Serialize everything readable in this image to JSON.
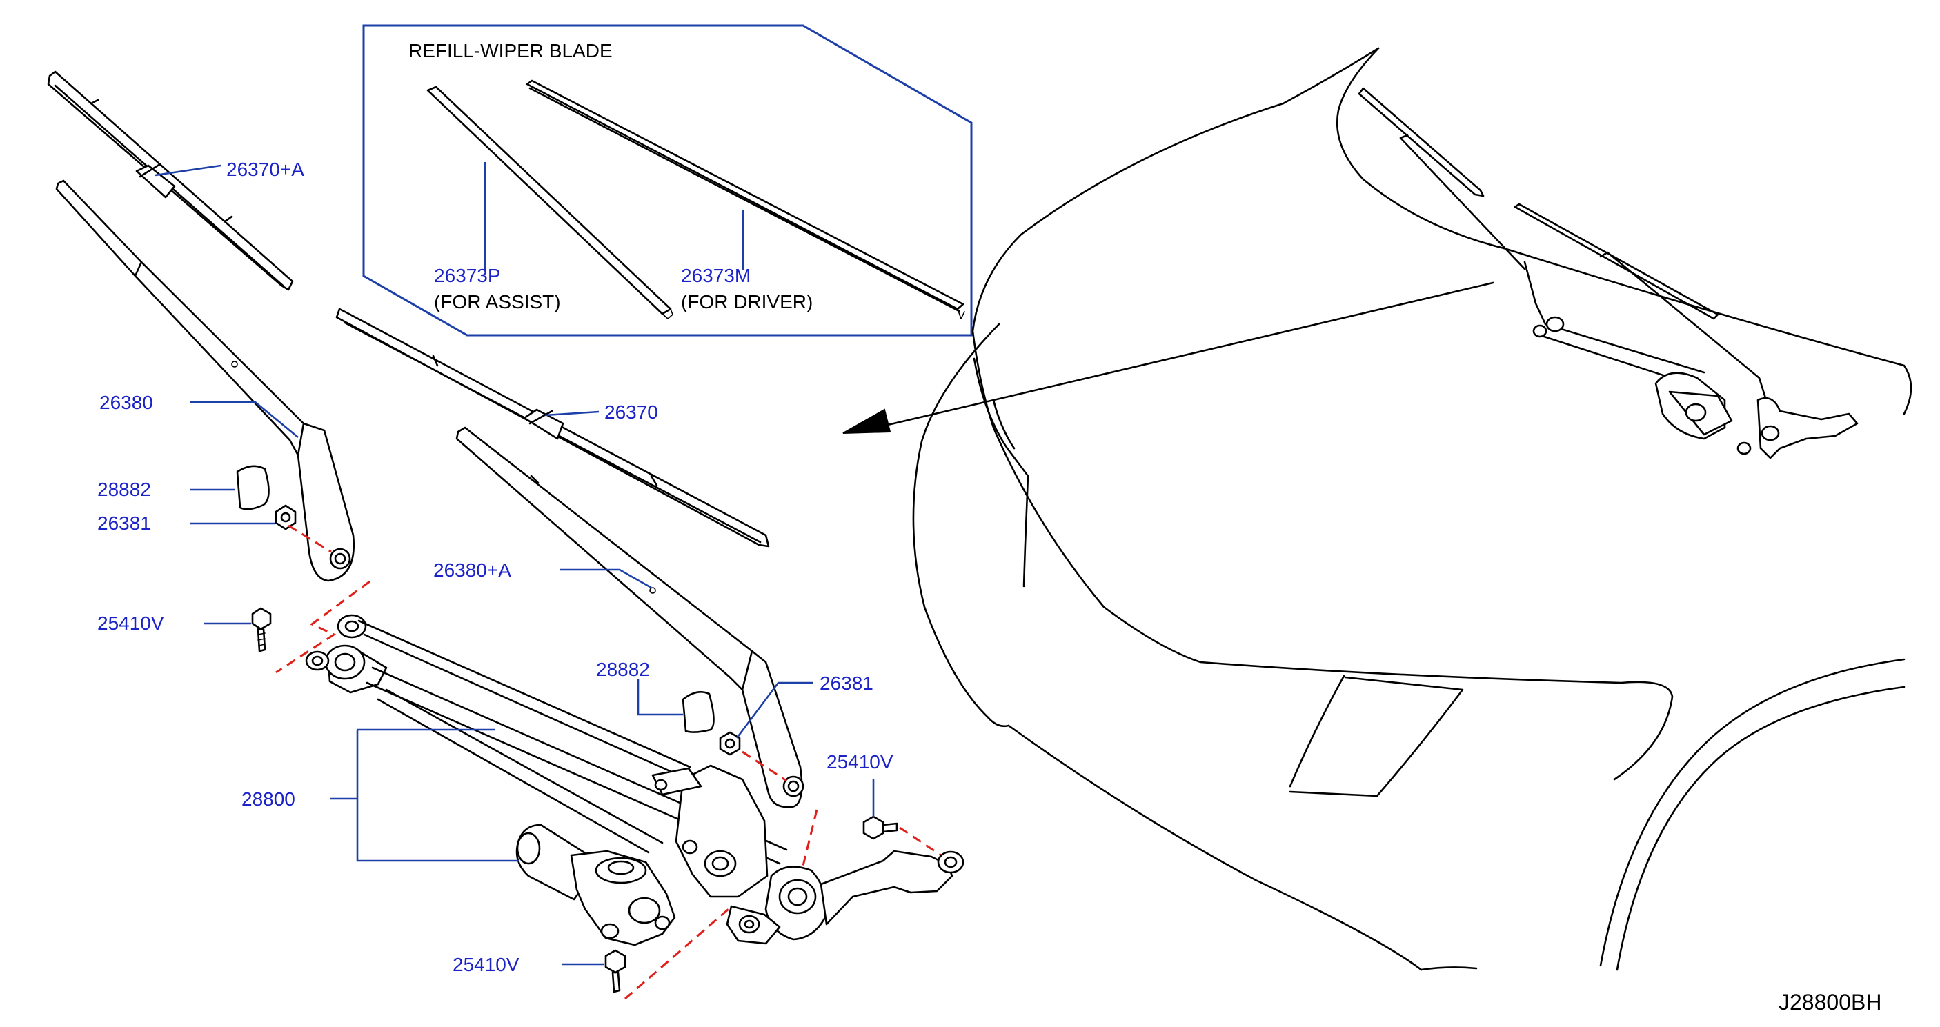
{
  "diagram_id": "J28800BH",
  "inset_title": "REFILL-WIPER  BLADE",
  "colors": {
    "label": "#1a22c8",
    "leader": "#1d3fa8",
    "inset_border": "#1d3fa8",
    "fastener_path": "#e0201a",
    "ink": "#000000"
  },
  "labels": {
    "p26370A": "26370+A",
    "p26373P": "26373P",
    "p26373P_note": "(FOR   ASSIST)",
    "p26373M": "26373M",
    "p26373M_note": "(FOR   DRIVER)",
    "p26380": "26380",
    "p26370": "26370",
    "p28882_l": "28882",
    "p26381_l": "26381",
    "p26380A": "26380+A",
    "p25410V_l": "25410V",
    "p28882_r": "28882",
    "p26381_r": "26381",
    "p25410V_r": "25410V",
    "p28800": "28800",
    "p25410V_b": "25410V"
  }
}
